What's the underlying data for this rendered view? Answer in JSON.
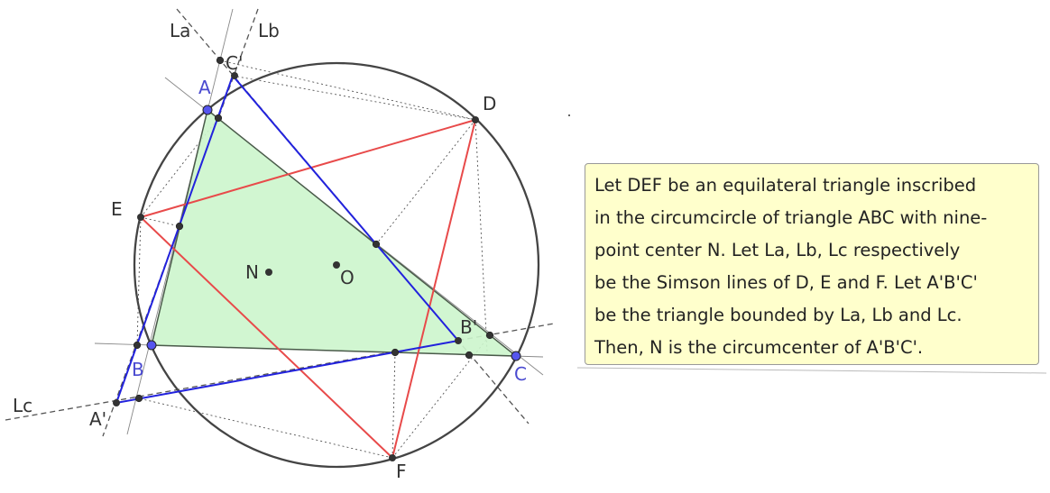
{
  "labels": {
    "A": "A",
    "B": "B",
    "C": "C",
    "D": "D",
    "E": "E",
    "F": "F",
    "N": "N",
    "O": "O",
    "A_prime": "A'",
    "B_prime": "B'",
    "C_prime": "C'",
    "La": "La",
    "Lb": "Lb",
    "Lc": "Lc"
  },
  "note": {
    "lines": [
      "Let DEF be an equilateral triangle inscribed",
      "in the circumcircle of triangle ABC with nine-",
      "point center N. Let La, Lb, Lc respectively",
      "be the Simson lines of D, E and F. Let A'B'C'",
      "be the triangle bounded by La,  Lb and Lc.",
      "Then, N is the circumcenter of A'B'C'."
    ]
  },
  "colors": {
    "triangle_fill": "#ccf5cc",
    "triangle_edge": "#4a5a4a",
    "circle": "#444444",
    "equilateral": "#e84a4a",
    "simson_triangle": "#2222dd",
    "vertex_blue": "#5555ee",
    "point": "#333333",
    "note_bg": "#ffffcc"
  }
}
